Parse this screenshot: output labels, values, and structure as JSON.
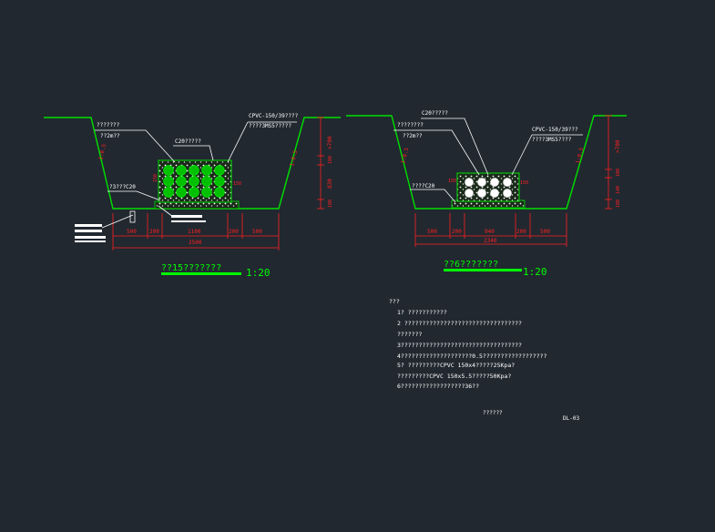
{
  "colors": {
    "background": "#212830",
    "ground_line": "#00e000",
    "dimension": "#ff2020",
    "text": "#ffffff",
    "pipe_fill": "#00c000",
    "title_green": "#00ff00"
  },
  "section15": {
    "label_top": "???????",
    "label_depth": "??2m??",
    "label_c20": "C20?????",
    "label_cpvc": "CPVC-150/39????",
    "label_cpvc2": "????3MS5?????",
    "label_base": "?3???C20",
    "slope_left": "1:0.5",
    "slope_right": "1:0.5",
    "dim_bottom": [
      "500",
      "200",
      "1100",
      "200",
      "500"
    ],
    "dim_total": "2500",
    "dim_right": [
      ">700",
      "100",
      "830",
      "100"
    ],
    "dim_pipe": "150",
    "title": "??15???????",
    "scale": "1:20"
  },
  "section6": {
    "label_c20": "C20?????",
    "label_top": "????????",
    "label_depth": "??2m??",
    "label_cpvc": "CPVC-150/39???",
    "label_cpvc2": "????3MS5????",
    "label_base": "????C20",
    "slope_left": "1:0.5",
    "slope_right": "1:0.5",
    "dim_bottom": [
      "500",
      "200",
      "940",
      "200",
      "500"
    ],
    "dim_total": "2340",
    "dim_right": [
      ">700",
      "100",
      "140",
      "100"
    ],
    "dim_pipe": "150",
    "title": "??6???????",
    "scale": "1:20"
  },
  "notes": {
    "heading": "???",
    "lines": [
      "1? ???????????",
      "2  ?????????????????????????????????",
      "    ???????",
      "3??????????????????????????????????",
      "4????????????????????0.5??????????????????",
      "5?  ?????????CPVC 150x4?????25Kpa?",
      "    ?????????CPVC 150x5.5?????50Kpa?",
      "6??????????????????36??"
    ]
  },
  "footer": {
    "label": "??????",
    "drawing_no": "DL-03"
  }
}
